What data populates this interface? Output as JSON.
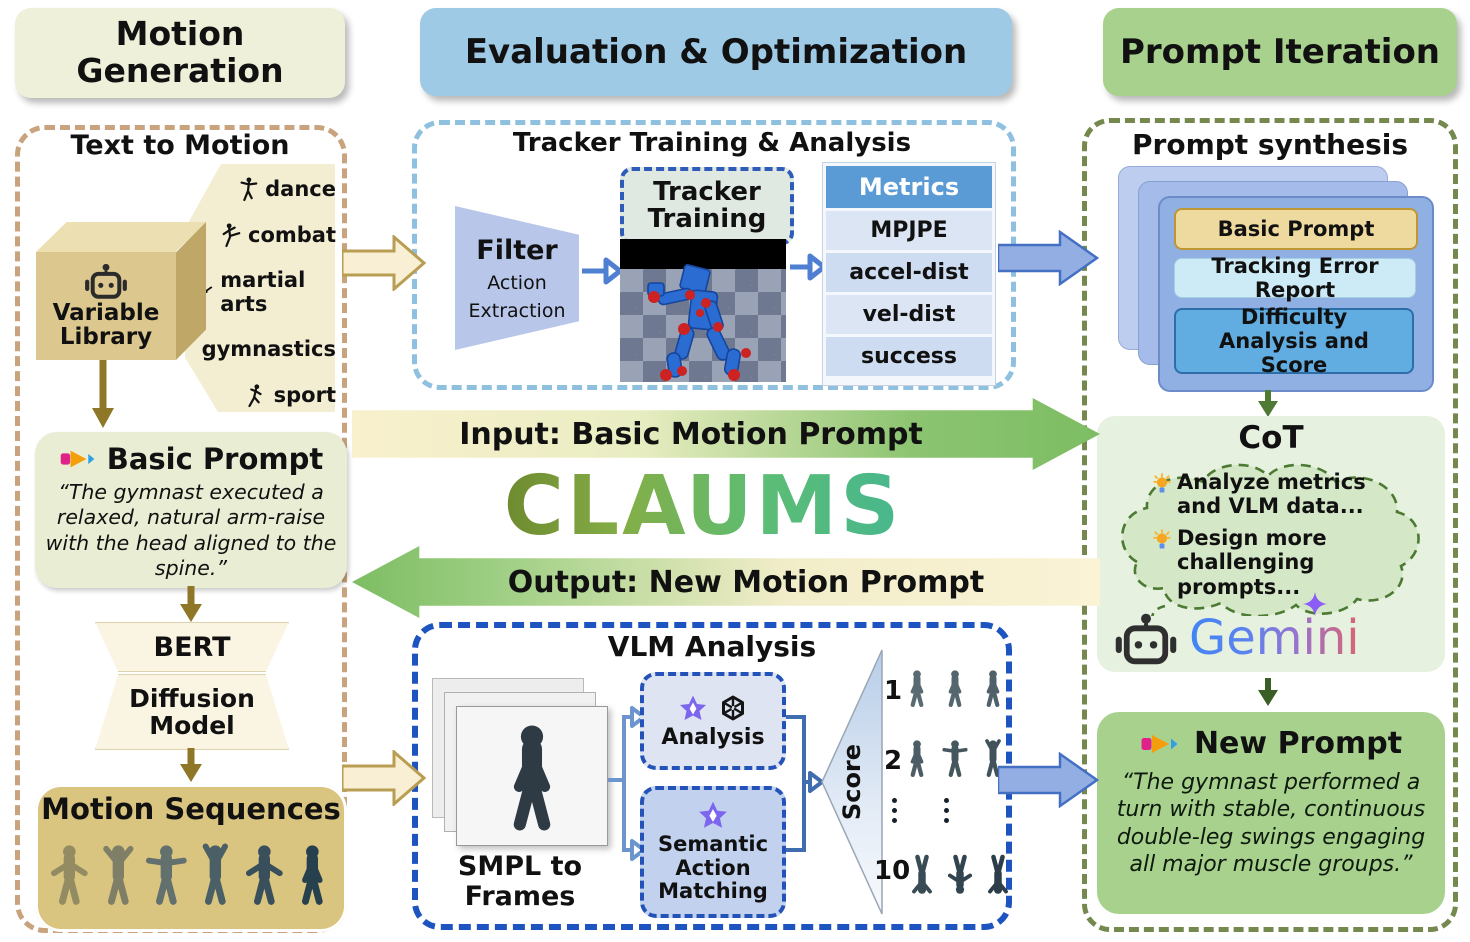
{
  "left": {
    "title": "Motion Generation",
    "section_title": "Text to Motion",
    "cube_label": "Variable Library",
    "categories": [
      "dance",
      "combat",
      "martial arts",
      "gymnastics",
      "sport"
    ],
    "basic_prompt": {
      "title": "Basic Prompt",
      "quote": "“The gymnast executed a relaxed, natural arm-raise with the head aligned to the spine.”"
    },
    "bert_label": "BERT",
    "diffusion_label": "Diffusion Model",
    "motion_sequences_title": "Motion Sequences"
  },
  "middle": {
    "title": "Evaluation & Optimization",
    "tracker": {
      "title": "Tracker Training & Analysis",
      "filter": {
        "title": "Filter",
        "line1": "Action",
        "line2": "Extraction"
      },
      "training_label": "Tracker Training",
      "metrics": {
        "header": "Metrics",
        "rows": [
          "MPJPE",
          "accel-dist",
          "vel-dist",
          "success"
        ]
      }
    },
    "input_label": "Input:  Basic Motion Prompt",
    "logo": "CLAUMS",
    "output_label": "Output:  New Motion Prompt",
    "vlm": {
      "title": "VLM Analysis",
      "frames_label": "SMPL to Frames",
      "analysis_label": "Analysis",
      "semantic_label": "Semantic Action Matching",
      "score_label": "Score",
      "score_levels": [
        "1",
        "2",
        "10"
      ],
      "score_ellipsis": "⋮"
    }
  },
  "right": {
    "title": "Prompt Iteration",
    "synthesis": {
      "title": "Prompt synthesis",
      "chips": [
        "Basic Prompt",
        "Tracking Error Report",
        "Difficulty Analysis and Score"
      ]
    },
    "cot": {
      "title": "CoT",
      "bullets": [
        "Analyze metrics and VLM data...",
        "Design more challenging prompts..."
      ],
      "gemini_label": "Gemini"
    },
    "new_prompt": {
      "title": "New Prompt",
      "quote": "“The gymnast performed a turn with stable, continuous double-leg swings engaging all major muscle groups.”"
    }
  },
  "colors": {
    "left_accent": "#c9a37e",
    "middle_accent": "#9ecae6",
    "middle_dash_light": "#8fc0e0",
    "vlm_dash": "#1d54c0",
    "right_accent": "#a9d18e",
    "right_dash": "#75884e",
    "metrics_header": "#5b9bd5",
    "gold_arrow": "#8e7828",
    "green_arrow": "#4e7a33",
    "blue_arrow_fill": "#93aee2",
    "blue_arrow_stroke": "#4470c4",
    "input_gradient_start": "#f9f0cd",
    "input_gradient_end": "#7dbd63"
  }
}
